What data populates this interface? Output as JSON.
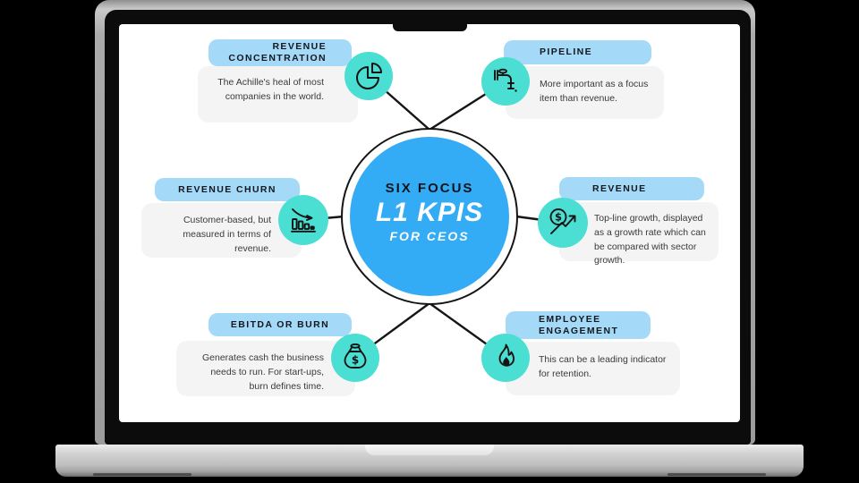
{
  "center": {
    "top": "SIX FOCUS",
    "middle": "L1 KPIS",
    "bottom": "FOR CEOS"
  },
  "nodes": [
    {
      "id": "revenue-concentration",
      "title": "REVENUE CONCENTRATION",
      "body": "The Achille's heal of most companies in the world.",
      "icon": "pie-chart-icon"
    },
    {
      "id": "pipeline",
      "title": "PIPELINE",
      "body": "More important as a focus item than revenue.",
      "icon": "pipeline-icon"
    },
    {
      "id": "revenue-churn",
      "title": "REVENUE CHURN",
      "body": "Customer-based, but measured in terms of revenue.",
      "icon": "declining-bars-icon"
    },
    {
      "id": "revenue",
      "title": "REVENUE",
      "body": "Top-line growth, displayed as a growth rate which can be compared with sector growth.",
      "icon": "dollar-growth-icon"
    },
    {
      "id": "ebitda-or-burn",
      "title": "EBITDA OR BURN",
      "body": "Generates cash the business needs to run. For start-ups, burn defines time.",
      "icon": "money-bag-icon"
    },
    {
      "id": "employee-engagement",
      "title": "EMPLOYEE ENGAGEMENT",
      "body": "This can be a leading indicator for retention.",
      "icon": "flame-icon"
    }
  ],
  "colors": {
    "hub_blue": "#34abf5",
    "pill_blue": "#a4d9f8",
    "icon_teal": "#4bded2",
    "card_gray": "#f4f4f5",
    "line_black": "#161616",
    "background": "#000000"
  }
}
